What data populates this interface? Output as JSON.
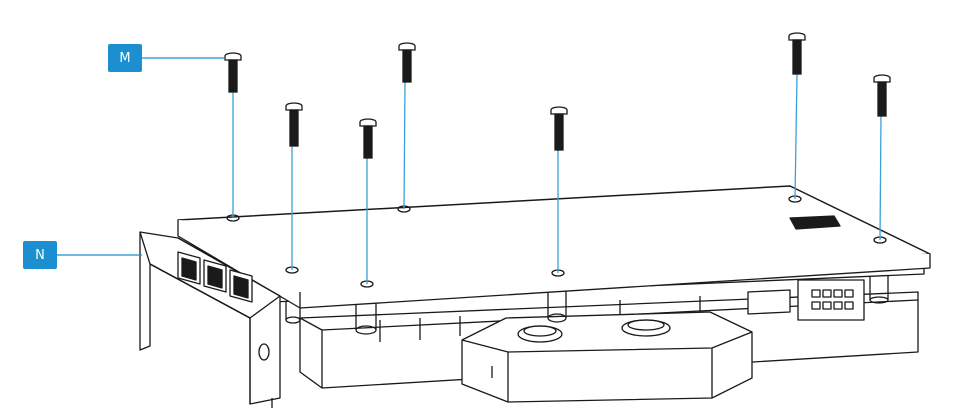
{
  "callouts": {
    "m": {
      "label": "M"
    },
    "n": {
      "label": "N"
    }
  },
  "colors": {
    "callout_fill": "#1b8fd0",
    "leader_line": "#1b8fd0",
    "guide_line": "#3aa0d8",
    "outline": "#1a1a1a",
    "fill": "#ffffff"
  },
  "screws": {
    "count": 7
  }
}
